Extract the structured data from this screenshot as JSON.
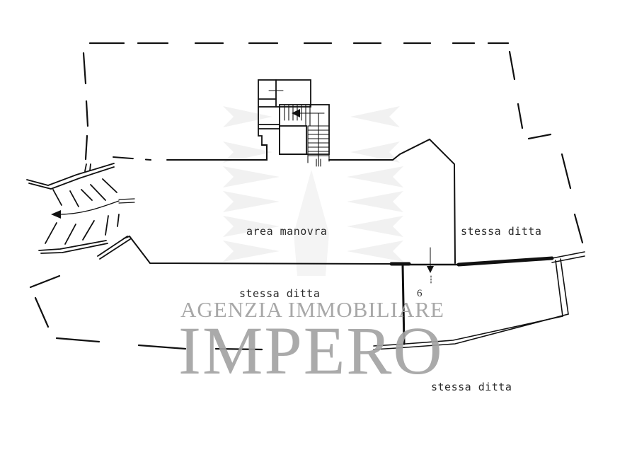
{
  "plan": {
    "labels": {
      "maneuver_area": "area manovra",
      "same_company_right": "stessa ditta",
      "same_company_center": "stessa ditta",
      "same_company_bottom": "stessa ditta"
    },
    "dimension_marker": "6",
    "stair_arrow": "up-arrow",
    "ramp_arrow": "left-arrow"
  },
  "watermark": {
    "line1": "AGENZIA IMMOBILIARE",
    "line2": "IMPERO",
    "color": "#a8a8a8"
  },
  "colors": {
    "background": "#ffffff",
    "line": "#111111",
    "watermark": "#a8a8a8",
    "logo": "#f0f0f0"
  }
}
